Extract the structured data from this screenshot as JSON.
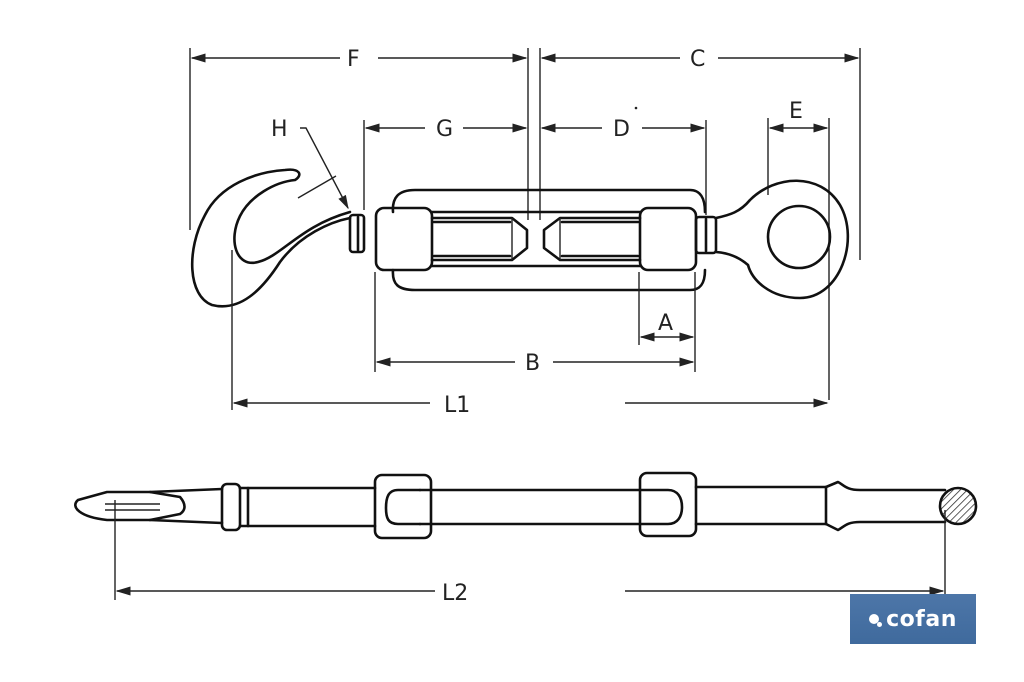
{
  "diagram": {
    "subject": "Turnbuckle hook-eye technical drawing",
    "views": [
      "top-view",
      "side-view"
    ],
    "dimension_labels": {
      "F": "F",
      "C": "C",
      "H": "H",
      "G": "G",
      "D": "D",
      "E": "E",
      "A": "A",
      "B": "B",
      "L1": "L1",
      "L2": "L2"
    },
    "colors": {
      "line": "#111111",
      "background": "#ffffff",
      "brand": "#4a72a4"
    }
  },
  "brand": {
    "logo_text": "cofan"
  }
}
